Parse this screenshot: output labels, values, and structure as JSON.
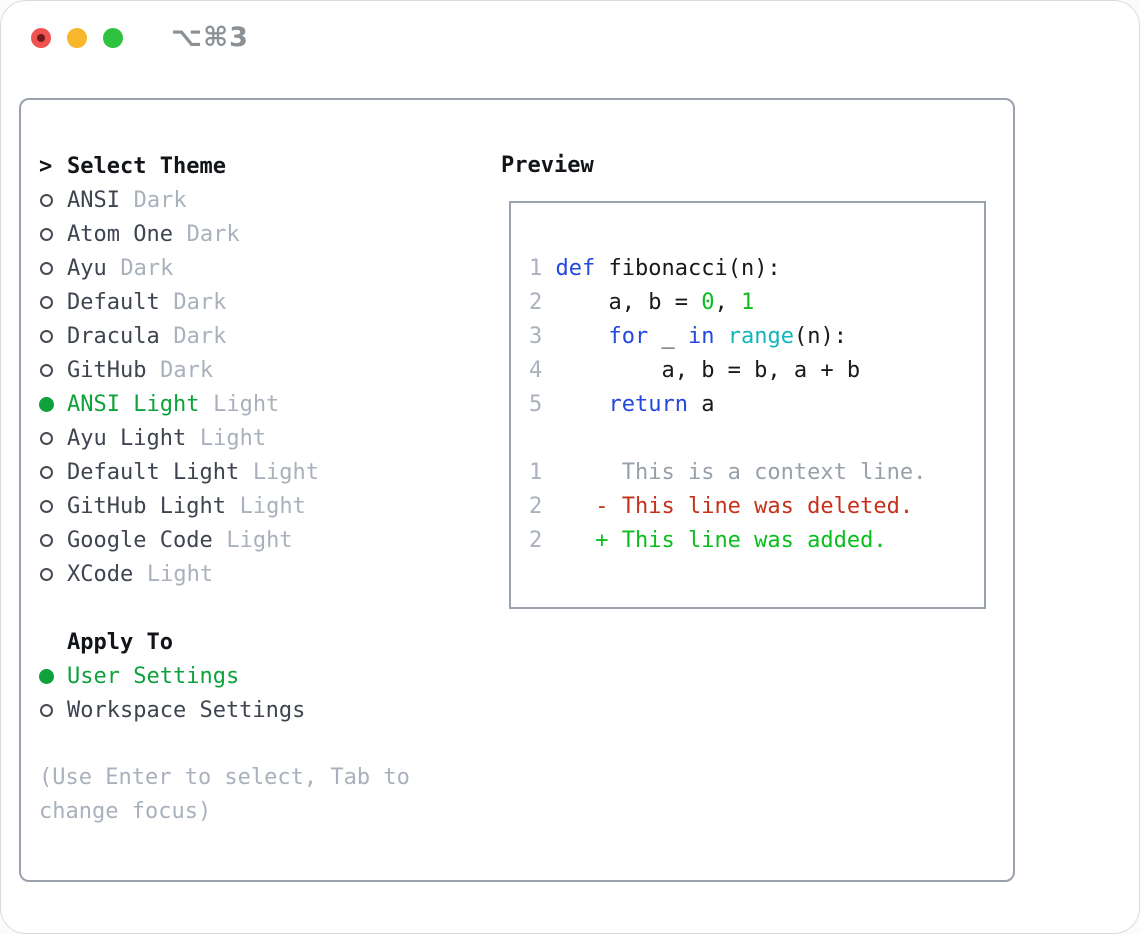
{
  "titlebar": {
    "shortcut": "⌥⌘3",
    "buttons": [
      "close",
      "minimize",
      "zoom"
    ]
  },
  "colors": {
    "tl_red": "#f1514f",
    "tl_red_dot": "#6f1b1b",
    "tl_yellow": "#f8b62b",
    "tl_green": "#2ec23e",
    "shortcut": "#8b9095",
    "border": "#9aa3ad",
    "header": "#111418",
    "name": "#3e4450",
    "variant": "#a9b1bc",
    "hint": "#a9b1bc",
    "radio": "#454c55",
    "ui_green": "#0ea13c",
    "line_number": "#a9b1bc",
    "keyword": "#2447e0",
    "plain_code": "#17191d",
    "number_literal": "#0abe1e",
    "builtin_cyan": "#11b5bb",
    "context": "#98a0a9",
    "deleted": "#c5321c",
    "added": "#0abe1e"
  },
  "theme_panel": {
    "title": "Select Theme",
    "items": [
      {
        "name": "ANSI",
        "variant": "Dark",
        "selected": false
      },
      {
        "name": "Atom One",
        "variant": "Dark",
        "selected": false
      },
      {
        "name": "Ayu",
        "variant": "Dark",
        "selected": false
      },
      {
        "name": "Default",
        "variant": "Dark",
        "selected": false
      },
      {
        "name": "Dracula",
        "variant": "Dark",
        "selected": false
      },
      {
        "name": "GitHub",
        "variant": "Dark",
        "selected": false
      },
      {
        "name": "ANSI Light",
        "variant": "Light",
        "selected": true
      },
      {
        "name": "Ayu Light",
        "variant": "Light",
        "selected": false
      },
      {
        "name": "Default Light",
        "variant": "Light",
        "selected": false
      },
      {
        "name": "GitHub Light",
        "variant": "Light",
        "selected": false
      },
      {
        "name": "Google Code",
        "variant": "Light",
        "selected": false
      },
      {
        "name": "XCode",
        "variant": "Light",
        "selected": false
      }
    ]
  },
  "apply_to": {
    "title": "Apply To",
    "options": [
      {
        "label": "User Settings",
        "selected": true
      },
      {
        "label": "Workspace Settings",
        "selected": false
      }
    ]
  },
  "hint": {
    "lines": [
      "(Use Enter to select, Tab to",
      "change focus)"
    ]
  },
  "preview": {
    "title": "Preview",
    "lines": [
      [
        [
          "num",
          "1 "
        ],
        [
          "kw",
          "def"
        ],
        [
          "plain",
          " fibonacci(n):"
        ]
      ],
      [
        [
          "num",
          "2 "
        ],
        [
          "plain",
          "    a, b = "
        ],
        [
          "green",
          "0"
        ],
        [
          "plain",
          ", "
        ],
        [
          "green",
          "1"
        ]
      ],
      [
        [
          "num",
          "3 "
        ],
        [
          "plain",
          "    "
        ],
        [
          "kw",
          "for"
        ],
        [
          "plain",
          " _ "
        ],
        [
          "kw",
          "in"
        ],
        [
          "plain",
          " "
        ],
        [
          "cyan",
          "range"
        ],
        [
          "plain",
          "(n):"
        ]
      ],
      [
        [
          "num",
          "4 "
        ],
        [
          "plain",
          "        a, b = b, a + b"
        ]
      ],
      [
        [
          "num",
          "5 "
        ],
        [
          "plain",
          "    "
        ],
        [
          "kw",
          "return"
        ],
        [
          "plain",
          " a"
        ]
      ],
      [],
      [
        [
          "num",
          "1 "
        ],
        [
          "ctx",
          "     This is a context line."
        ]
      ],
      [
        [
          "num",
          "2 "
        ],
        [
          "del",
          "   - This line was deleted."
        ]
      ],
      [
        [
          "num",
          "2 "
        ],
        [
          "add",
          "   + This line was added."
        ]
      ]
    ]
  }
}
